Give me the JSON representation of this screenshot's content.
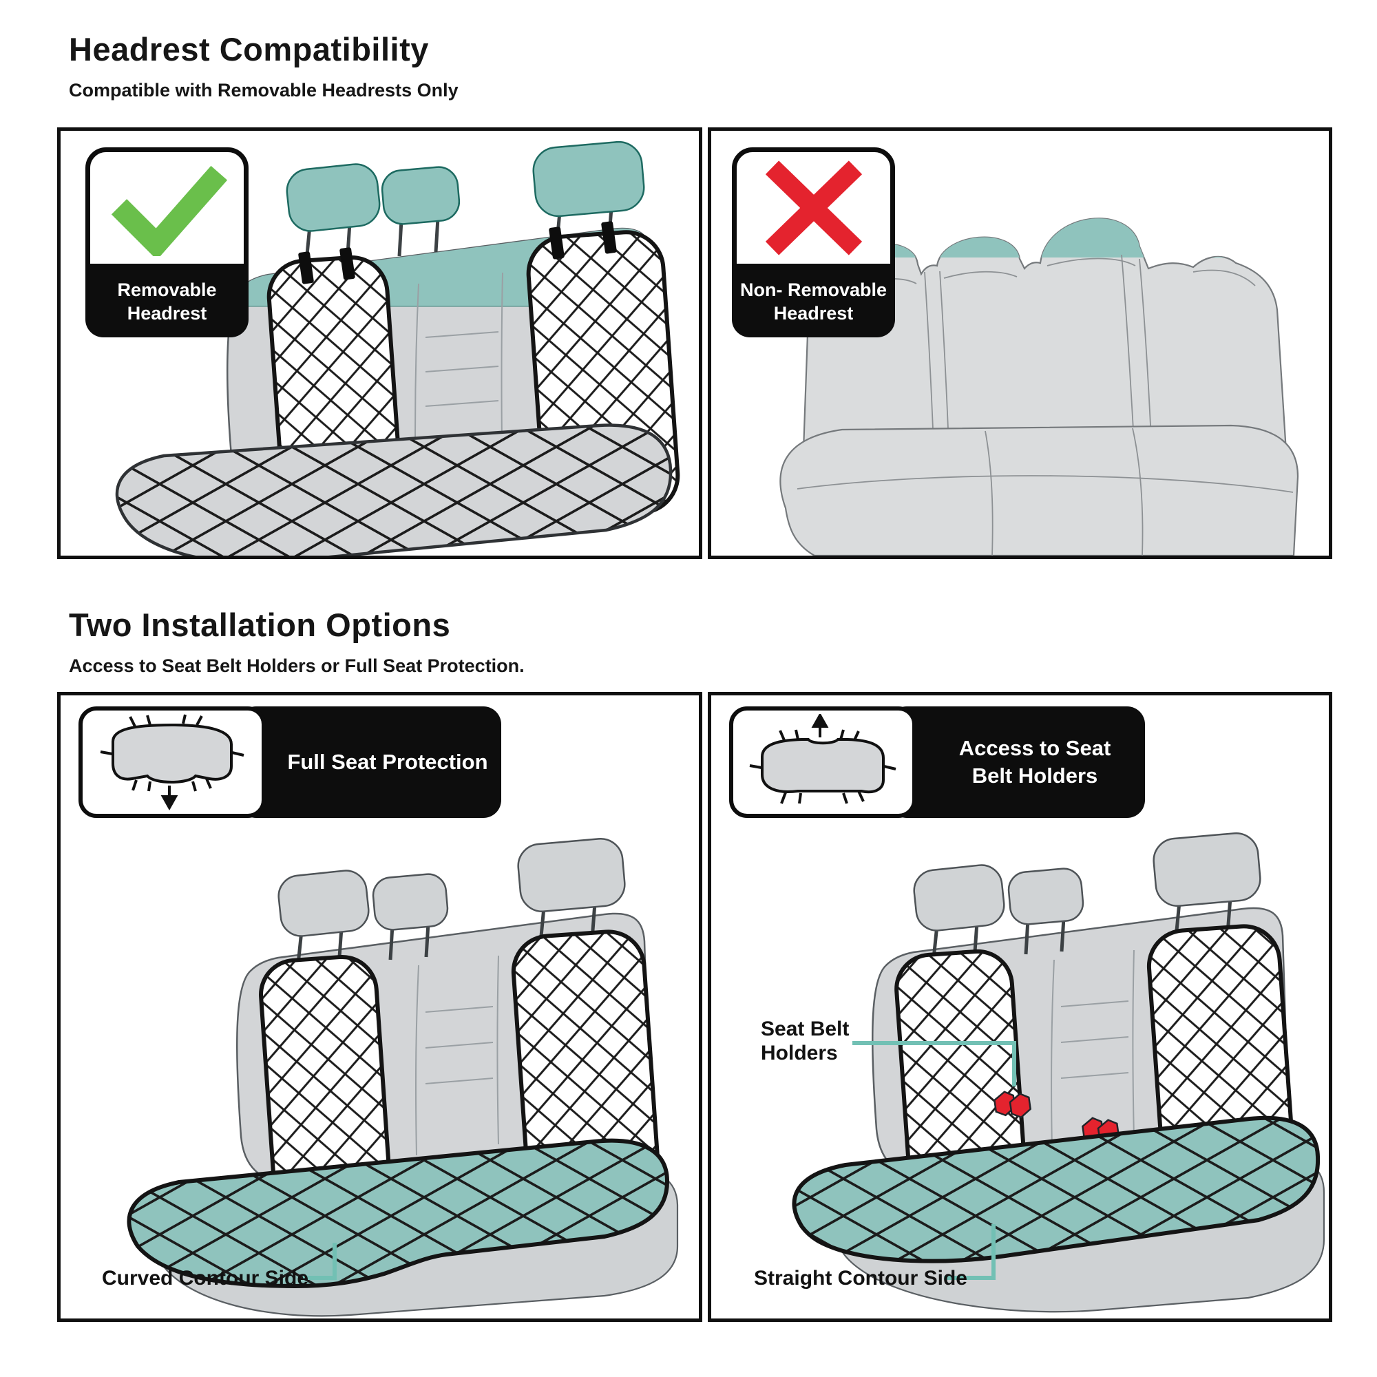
{
  "colors": {
    "teal": "#8fc3bd",
    "teal-dark": "#1d6a61",
    "teal-line": "#72c0b4",
    "green": "#6abf4b",
    "red": "#e4232e",
    "ink": "#121212",
    "seat-gray": "#d3d5d7",
    "seat-gray-2": "#dadcdd",
    "seat-edge": "#5a5f63",
    "seam": "#9aa0a4",
    "lattice": "#1c1c1c"
  },
  "section1": {
    "title": "Headrest Compatibility",
    "subtitle": "Compatible with Removable Headrests Only",
    "panel_ok": {
      "icon_name": "check-icon",
      "label_line1": "Removable",
      "label_line2": "Headrest"
    },
    "panel_no": {
      "icon_name": "x-icon",
      "label_line1": "Non- Removable",
      "label_line2": "Headrest"
    }
  },
  "section2": {
    "title": "Two Installation Options",
    "subtitle": "Access to Seat Belt Holders or Full Seat Protection.",
    "panel_full": {
      "icon_name": "seat-cover-pull-down-icon",
      "header": "Full Seat Protection",
      "callout_contour": "Curved Contour Side"
    },
    "panel_access": {
      "icon_name": "seat-cover-pull-up-icon",
      "header_line1": "Access to Seat",
      "header_line2": "Belt Holders",
      "callout_belt_line1": "Seat Belt",
      "callout_belt_line2": "Holders",
      "callout_contour": "Straight Contour Side"
    }
  }
}
